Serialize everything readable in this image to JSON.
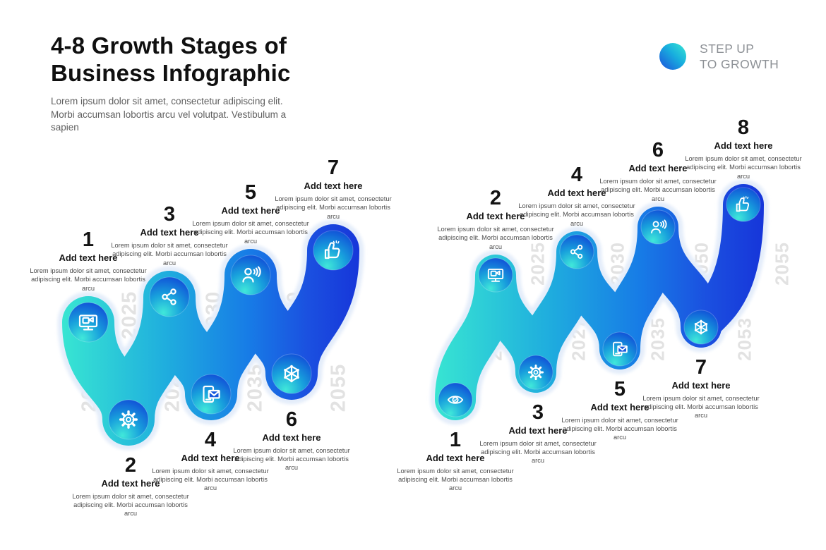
{
  "header": {
    "title_line1": "4-8 Growth Stages of",
    "title_line2": "Business Infographic",
    "subtitle": "Lorem ipsum dolor sit amet, consectetur adipiscing elit. Morbi accumsan lobortis arcu vel volutpat. Vestibulum a sapien"
  },
  "logo": {
    "text_line1": "STEP UP",
    "text_line2": "TO GROWTH"
  },
  "colors": {
    "ribbon_gradient": [
      "#38e6d2",
      "#1fadde",
      "#177ce6",
      "#1b50e0",
      "#1634d9"
    ],
    "circle_gradient": [
      "#40e8da",
      "#18a0dc",
      "#0d2ed6"
    ],
    "halo": "#e4edfa",
    "year_gray": "#e2e2e2"
  },
  "left_diagram": {
    "stage_count_label": "7 stages",
    "years": [
      "2023",
      "2025",
      "2027",
      "2030",
      "2035",
      "2050",
      "2055"
    ],
    "stages": [
      {
        "number": "1",
        "heading": "Add text here",
        "body": "Lorem ipsum dolor sit amet, consectetur adipiscing elit. Morbi accumsan lobortis arcu",
        "icon": "monitor-video"
      },
      {
        "number": "2",
        "heading": "Add text here",
        "body": "Lorem ipsum dolor sit amet, consectetur adipiscing elit. Morbi accumsan lobortis arcu",
        "icon": "gear"
      },
      {
        "number": "3",
        "heading": "Add text here",
        "body": "Lorem ipsum dolor sit amet, consectetur adipiscing elit. Morbi accumsan lobortis arcu",
        "icon": "share"
      },
      {
        "number": "4",
        "heading": "Add text here",
        "body": "Lorem ipsum dolor sit amet, consectetur adipiscing elit. Morbi accumsan lobortis arcu",
        "icon": "phone-mail"
      },
      {
        "number": "5",
        "heading": "Add text here",
        "body": "Lorem ipsum dolor sit amet, consectetur adipiscing elit. Morbi accumsan lobortis arcu",
        "icon": "person-announce"
      },
      {
        "number": "6",
        "heading": "Add text here",
        "body": "Lorem ipsum dolor sit amet, consectetur adipiscing elit. Morbi accumsan lobortis arcu",
        "icon": "network"
      },
      {
        "number": "7",
        "heading": "Add text here",
        "body": "Lorem ipsum dolor sit amet, consectetur adipiscing elit. Morbi accumsan lobortis arcu",
        "icon": "thumbs-up"
      }
    ]
  },
  "right_diagram": {
    "stage_count_label": "8 stages",
    "years": [
      "2023",
      "2025",
      "2027",
      "2030",
      "2035",
      "2050",
      "2053",
      "2055"
    ],
    "stages": [
      {
        "number": "1",
        "heading": "Add text here",
        "body": "Lorem ipsum dolor sit amet, consectetur adipiscing elit. Morbi accumsan lobortis arcu",
        "icon": "eye"
      },
      {
        "number": "2",
        "heading": "Add text here",
        "body": "Lorem ipsum dolor sit amet, consectetur adipiscing elit. Morbi accumsan lobortis arcu",
        "icon": "monitor-video"
      },
      {
        "number": "3",
        "heading": "Add text here",
        "body": "Lorem ipsum dolor sit amet, consectetur adipiscing elit. Morbi accumsan lobortis arcu",
        "icon": "gear"
      },
      {
        "number": "4",
        "heading": "Add text here",
        "body": "Lorem ipsum dolor sit amet, consectetur adipiscing elit. Morbi accumsan lobortis arcu",
        "icon": "share"
      },
      {
        "number": "5",
        "heading": "Add text here",
        "body": "Lorem ipsum dolor sit amet, consectetur adipiscing elit. Morbi accumsan lobortis arcu",
        "icon": "phone-mail"
      },
      {
        "number": "6",
        "heading": "Add text here",
        "body": "Lorem ipsum dolor sit amet, consectetur adipiscing elit. Morbi accumsan lobortis arcu",
        "icon": "person-announce"
      },
      {
        "number": "7",
        "heading": "Add text here",
        "body": "Lorem ipsum dolor sit amet, consectetur adipiscing elit. Morbi accumsan lobortis arcu",
        "icon": "network"
      },
      {
        "number": "8",
        "heading": "Add text here",
        "body": "Lorem ipsum dolor sit amet, consectetur adipiscing elit. Morbi accumsan lobortis arcu",
        "icon": "thumbs-up"
      }
    ]
  }
}
